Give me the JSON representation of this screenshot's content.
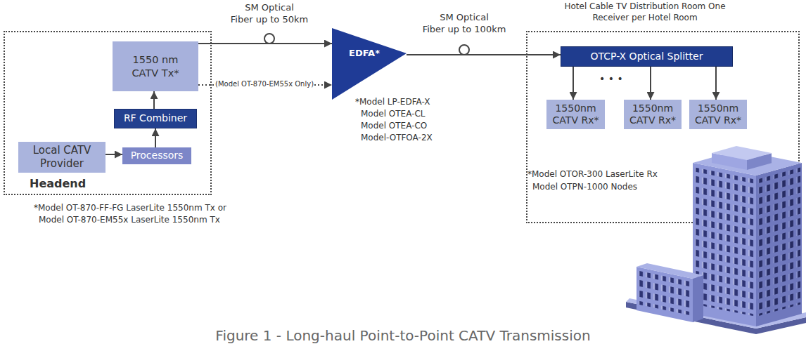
{
  "diagram": {
    "caption": "Figure 1 - Long-haul Point-to-Point CATV Transmission",
    "nodes": [
      {
        "text": [
          "Headend"
        ]
      },
      {
        "text": [
          "1550 nm CATV Tx*"
        ],
        "in": 0
      },
      {
        "text": [
          "RF Combiner"
        ],
        "in": 0
      },
      {
        "text": [
          "Local CATV Provider"
        ],
        "in": 0
      },
      {
        "text": [
          "Processors"
        ],
        "in": 0
      },
      {
        "text": [
          "EDFA*"
        ]
      },
      {
        "text": [
          "Hotel Cable TV Distribution Room One Receiver per Hotel Room"
        ]
      },
      {
        "text": [
          "OTCP-X Optical Splitter"
        ],
        "in": 6
      },
      {
        "text": [
          "1550nm CATV Rx*"
        ],
        "in": 6
      },
      {
        "text": [
          "1550nm CATV Rx*"
        ],
        "in": 6
      },
      {
        "text": [
          "1550nm CATV Rx*"
        ],
        "in": 6
      }
    ],
    "edges": [
      {
        "from": 3,
        "to": 4,
        "arrow": "to"
      },
      {
        "from": 4,
        "to": 2,
        "arrow": "to"
      },
      {
        "from": 2,
        "to": 1,
        "arrow": "to"
      },
      {
        "from": 1,
        "to": 5,
        "arrow": "to"
      },
      {
        "from": 1,
        "to": 5,
        "label": "(Model OT-870-EM55x Only)",
        "arrow": "to"
      },
      {
        "from": 5,
        "to": 7,
        "arrow": "to"
      },
      {
        "from": 7,
        "to": 8,
        "arrow": "to"
      },
      {
        "from": 7,
        "to": 9,
        "arrow": "to"
      },
      {
        "from": 7,
        "to": 10,
        "arrow": "to"
      }
    ],
    "labels": [
      "SM Optical",
      "Fiber up to 50km",
      "SM Optical",
      "Fiber up to 100km",
      "*Model LP-EDFA-X",
      "Model OTEA-CL",
      "Model OTEA-CO",
      "Model-OTFOA-2X",
      "*Model OT-870-FF-FG LaserLite 1550nm Tx or",
      "Model OT-870-EM55x LaserLite 1550nm Tx",
      "• • •",
      "*Model OTOR-300 LaserLite Rx",
      "Model OTPN-1000 Nodes"
    ]
  }
}
